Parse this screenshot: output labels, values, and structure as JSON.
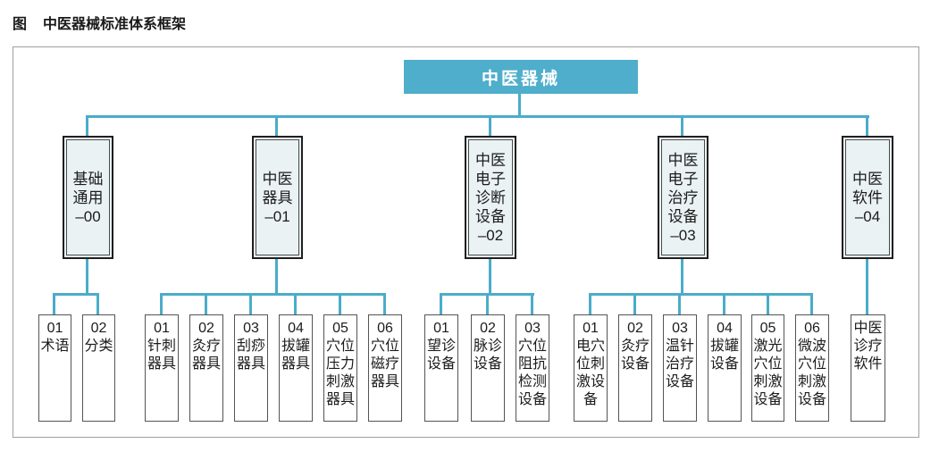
{
  "header": {
    "fig_label": "图",
    "title": "中医器械标准体系框架"
  },
  "colors": {
    "accent": "#4BACC9",
    "root_fill": "#4FAECB",
    "branch_fill": "#EAF2F4"
  },
  "root": {
    "label": "中医器械"
  },
  "branches": [
    {
      "label": "基础\n通用\n–00",
      "children": [
        {
          "label": "01\n术语"
        },
        {
          "label": "02\n分类"
        }
      ]
    },
    {
      "label": "中医\n器具\n–01",
      "children": [
        {
          "label": "01\n针刺\n器具"
        },
        {
          "label": "02\n灸疗\n器具"
        },
        {
          "label": "03\n刮痧\n器具"
        },
        {
          "label": "04\n拔罐\n器具"
        },
        {
          "label": "05\n穴位\n压力\n刺激\n器具"
        },
        {
          "label": "06\n穴位\n磁疗\n器具"
        }
      ]
    },
    {
      "label": "中医\n电子\n诊断\n设备\n–02",
      "children": [
        {
          "label": "01\n望诊\n设备"
        },
        {
          "label": "02\n脉诊\n设备"
        },
        {
          "label": "03\n穴位\n阻抗\n检测\n设备"
        }
      ]
    },
    {
      "label": "中医\n电子\n治疗\n设备\n–03",
      "children": [
        {
          "label": "01\n电穴\n位刺\n激设\n备"
        },
        {
          "label": "02\n灸疗\n设备"
        },
        {
          "label": "03\n温针\n治疗\n设备"
        },
        {
          "label": "04\n拔罐\n设备"
        },
        {
          "label": "05\n激光\n穴位\n刺激\n设备"
        },
        {
          "label": "06\n微波\n穴位\n刺激\n设备"
        }
      ]
    },
    {
      "label": "中医\n软件\n–04",
      "children": [
        {
          "label": "中医\n诊疗\n软件"
        }
      ]
    }
  ]
}
